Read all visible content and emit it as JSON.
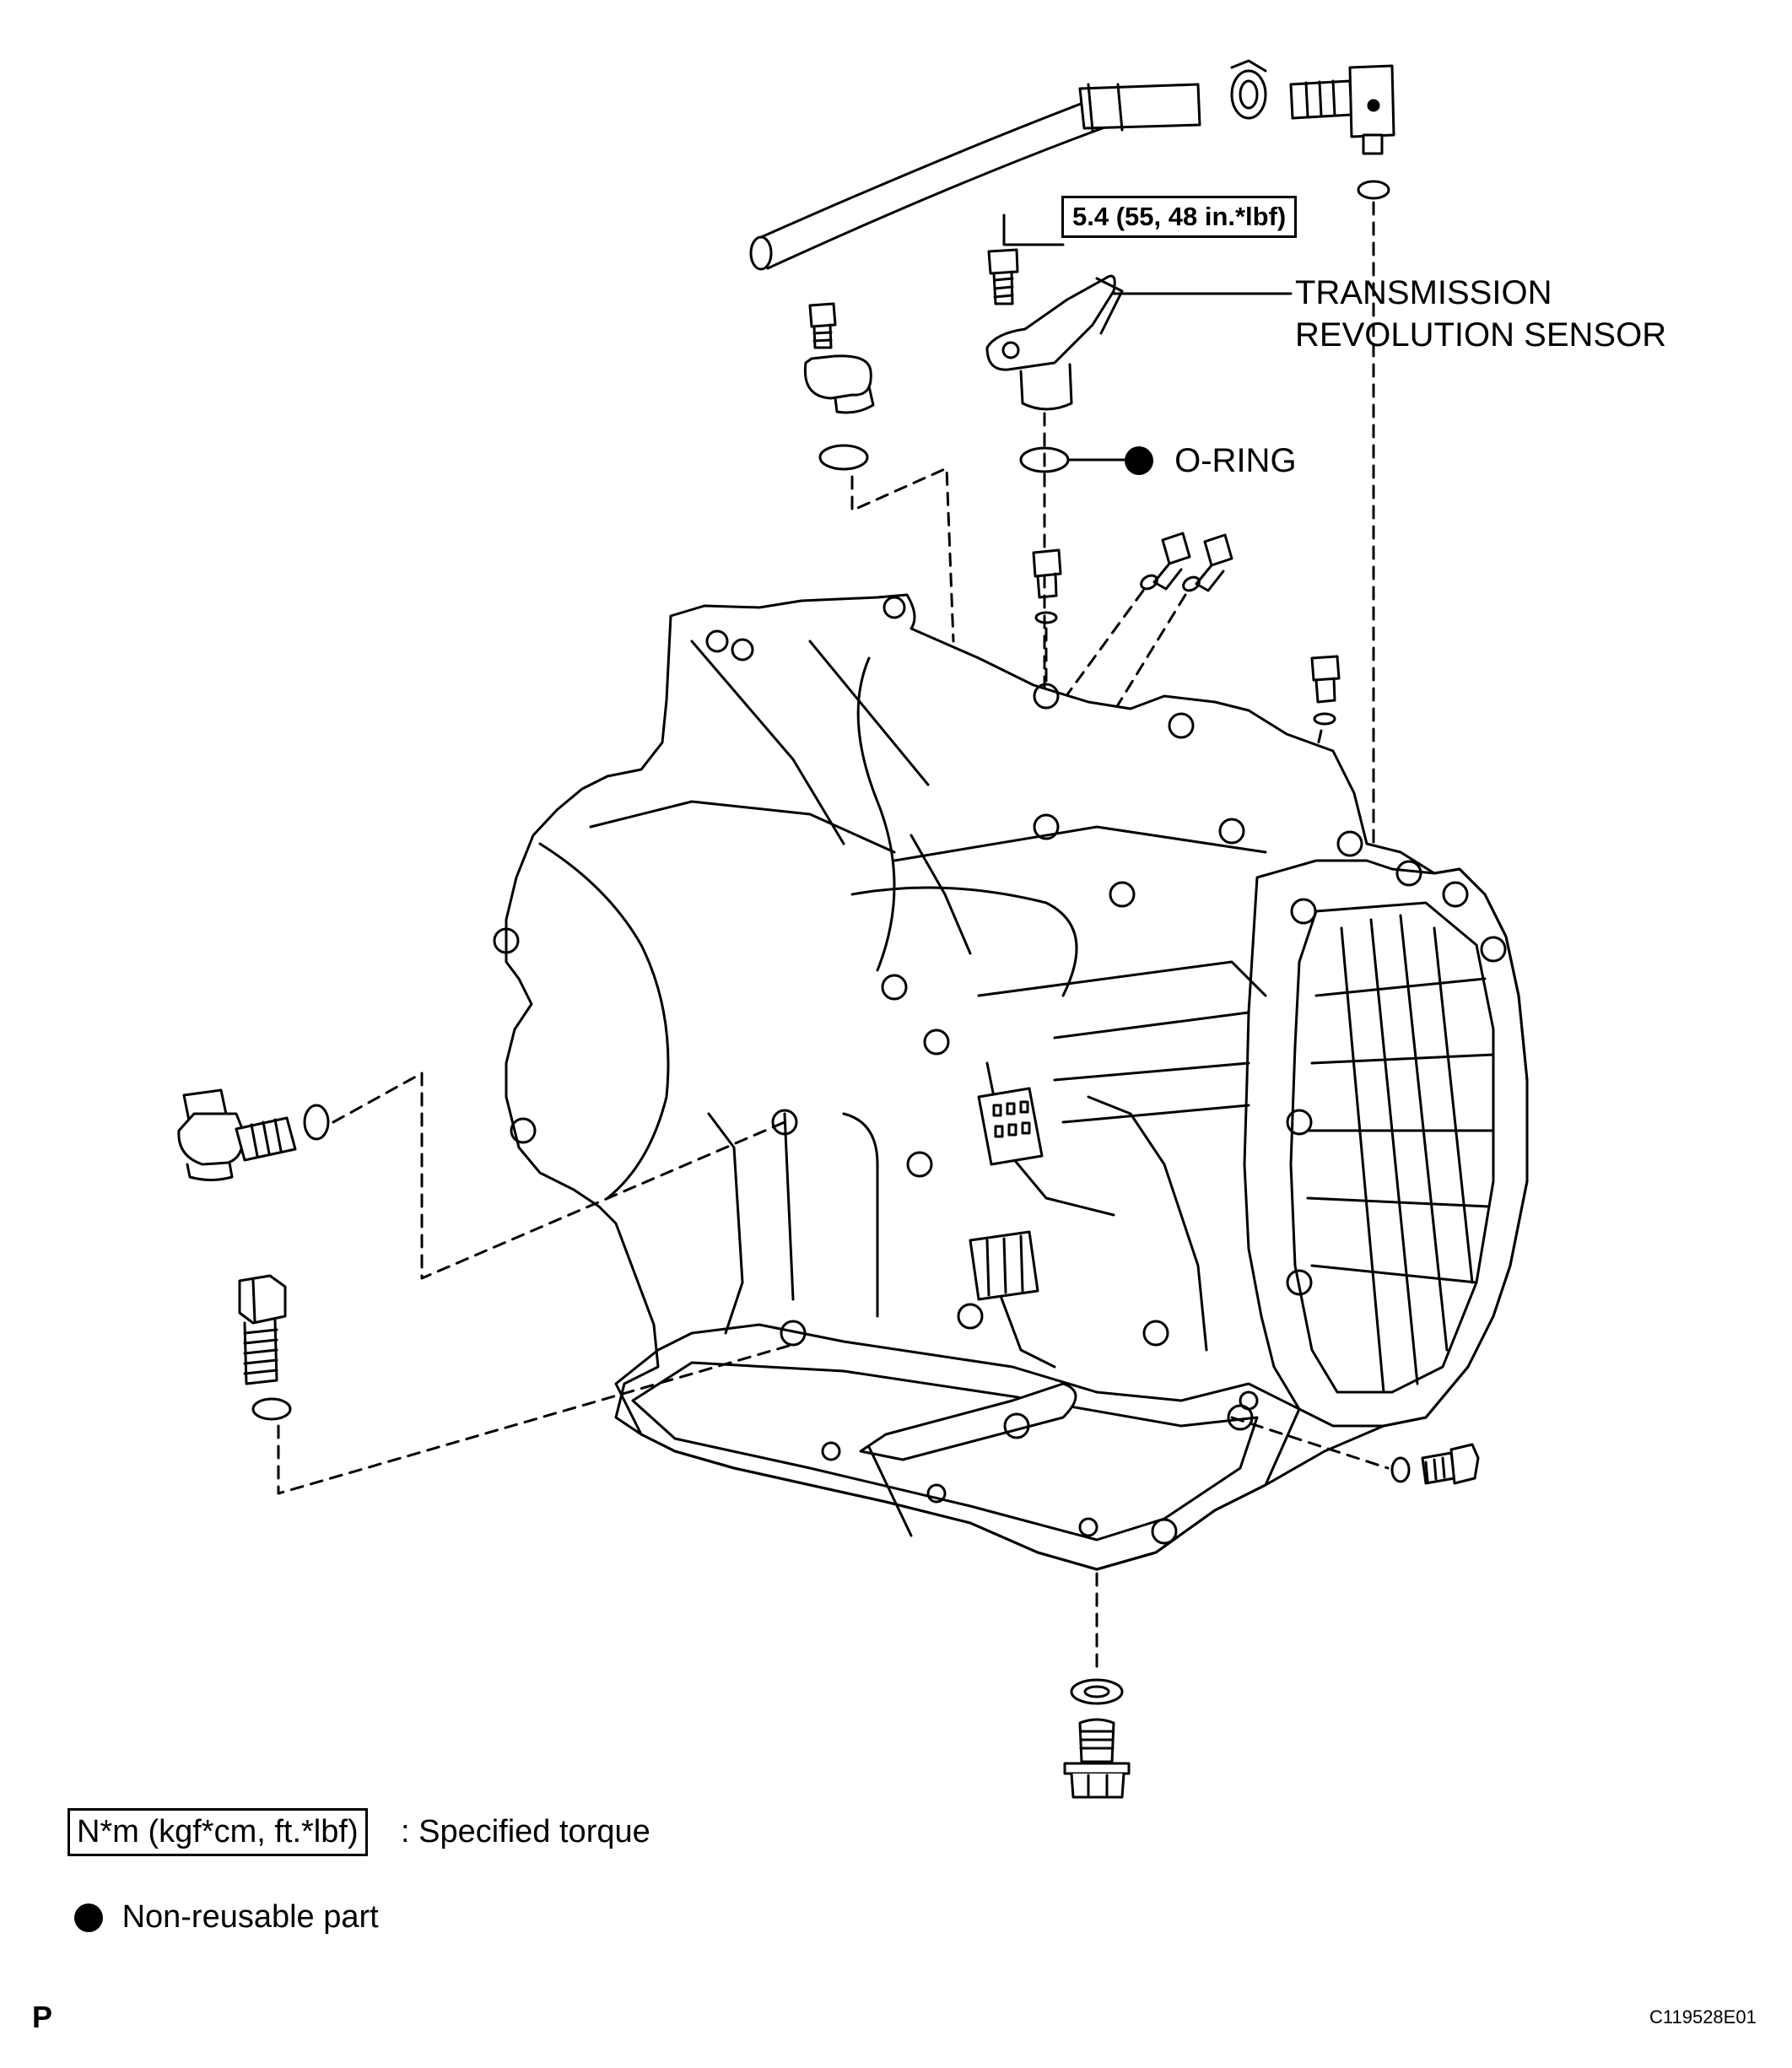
{
  "callouts": {
    "torque_spec": "5.4 (55, 48 in.*lbf)",
    "sensor_line1": "TRANSMISSION",
    "sensor_line2": "REVOLUTION SENSOR",
    "oring": "O-RING"
  },
  "legend": {
    "torque_units": "N*m (kgf*cm, ft.*lbf)",
    "torque_desc": ": Specified torque",
    "nonreusable_desc": "Non-reusable part"
  },
  "footer": {
    "letter": "P",
    "code": "C119528E01"
  }
}
